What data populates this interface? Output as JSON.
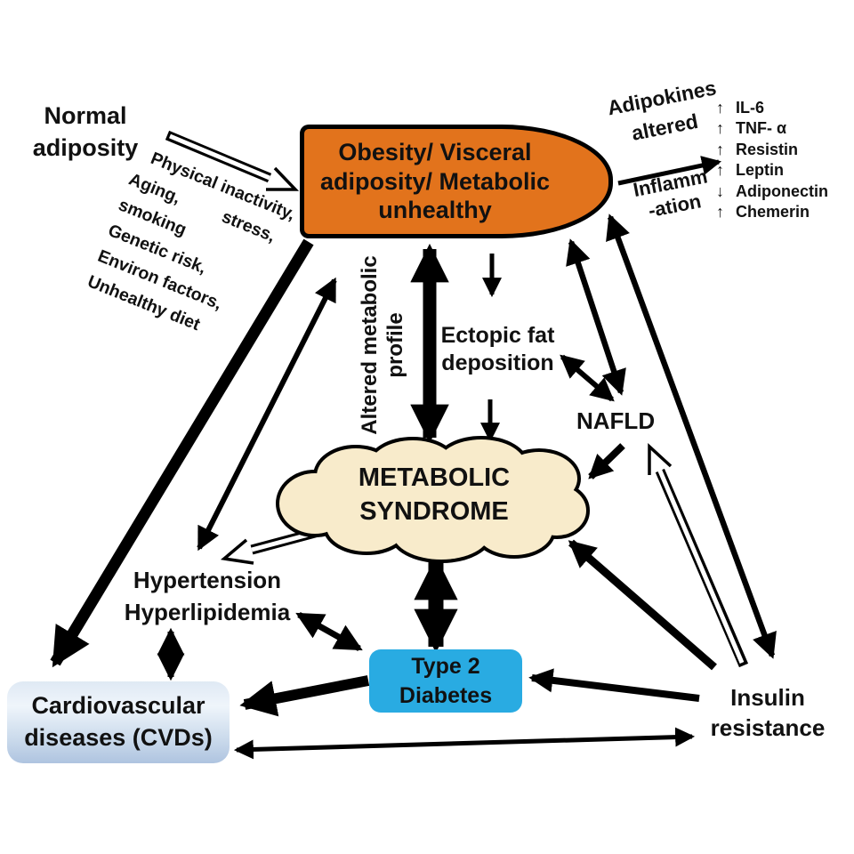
{
  "colors": {
    "obesity_fill": "#E2731C",
    "cloud_fill": "#F8EBCB",
    "t2d_fill": "#29ABE2",
    "cvd_gradient_top": "#DFE9F4",
    "cvd_gradient_bottom": "#AFC4E0",
    "arrow": "#000000"
  },
  "nodes": {
    "normal_adiposity": {
      "line1": "Normal",
      "line2": "adiposity"
    },
    "obesity": {
      "line1": "Obesity/ Visceral",
      "line2": "adiposity/ Metabolic",
      "line3": "unhealthy"
    },
    "metabolic_syndrome": {
      "line1": "METABOLIC",
      "line2": "SYNDROME"
    },
    "ectopic_fat": {
      "line1": "Ectopic fat",
      "line2": "deposition"
    },
    "nafld": "NAFLD",
    "hypertension": "Hypertension",
    "hyperlipidemia": "Hyperlipidemia",
    "t2d": {
      "line1": "Type 2",
      "line2": "Diabetes"
    },
    "cvd": {
      "line1": "Cardiovascular",
      "line2": "diseases (CVDs)"
    },
    "insulin_resistance": {
      "line1": "Insulin",
      "line2": "resistance"
    }
  },
  "labels": {
    "risk_factors": {
      "row1": "Physical inactivity,",
      "row2a": "Aging,",
      "row2b": "stress,",
      "row3": "smoking",
      "row4": "Genetic risk,",
      "row5": "Environ factors,",
      "row6": "Unhealthy diet"
    },
    "adipokines_altered": {
      "line1": "Adipokines",
      "line2": "altered"
    },
    "inflammation": {
      "line1": "Inflamm",
      "line2": "-ation"
    },
    "altered_profile": {
      "line1": "Altered metabolic",
      "line2": "profile"
    }
  },
  "adipokine_list": [
    {
      "dir": "↑",
      "name": "IL-6"
    },
    {
      "dir": "↑",
      "name": "TNF- α"
    },
    {
      "dir": "↑",
      "name": "Resistin"
    },
    {
      "dir": "↑",
      "name": "Leptin"
    },
    {
      "dir": "↓",
      "name": "Adiponectin"
    },
    {
      "dir": "↑",
      "name": "Chemerin"
    }
  ]
}
